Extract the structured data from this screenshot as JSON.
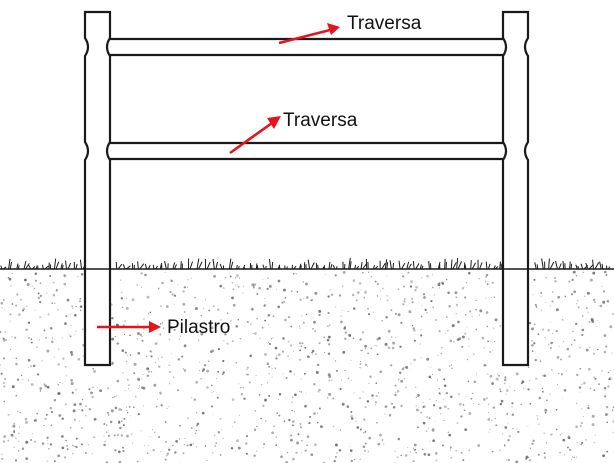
{
  "diagram": {
    "labels": {
      "top_rail": "Traversa",
      "middle_rail": "Traversa",
      "post": "Pilastro"
    },
    "colors": {
      "arrow": "#e8141b",
      "line": "#1a1a1a",
      "ground_speckle": "#5a5a5a",
      "background": "#ffffff"
    }
  }
}
